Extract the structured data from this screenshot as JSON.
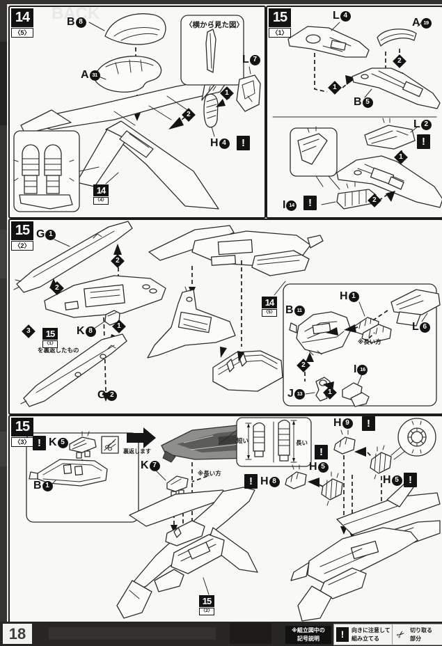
{
  "glyphs": {
    "n1": "1",
    "n2": "2",
    "n3": "3",
    "warn": "!",
    "cut": "✂"
  },
  "page": {
    "number": "18"
  },
  "legend": {
    "sym_line1": "※組立図中の",
    "sym_line2": "記号説明",
    "warn_line1": "向きに注意して",
    "warn_line2": "組み立てる",
    "cut_line1": "切り取る",
    "cut_line2": "部分"
  },
  "sections": {
    "s14_5": {
      "step": "14",
      "sub": "〈5〉",
      "side_view_label": "〈横から見た図〉",
      "ref_badge": {
        "step": "14",
        "sub": "〈4〉"
      },
      "parts": {
        "b8": {
          "l": "B",
          "n": "8"
        },
        "a31": {
          "l": "A",
          "n": "31"
        },
        "l7": {
          "l": "L",
          "n": "7"
        },
        "h4": {
          "l": "H",
          "n": "4"
        }
      }
    },
    "s15_1": {
      "step": "15",
      "sub": "〈1〉",
      "parts": {
        "l4": {
          "l": "L",
          "n": "4"
        },
        "a19": {
          "l": "A",
          "n": "19"
        },
        "b5": {
          "l": "B",
          "n": "5"
        },
        "l2": {
          "l": "L",
          "n": "2"
        },
        "i14": {
          "l": "I",
          "n": "14"
        }
      }
    },
    "s15_2": {
      "step": "15",
      "sub": "〈2〉",
      "flip_ref": {
        "step": "15",
        "sub": "〈1〉",
        "note": "を裏返したもの"
      },
      "ref_badge": {
        "step": "14",
        "sub": "〈5〉"
      },
      "longer_note": "※長い方",
      "parts": {
        "g1": {
          "l": "G",
          "n": "1"
        },
        "k8": {
          "l": "K",
          "n": "8"
        },
        "g2": {
          "l": "G",
          "n": "2"
        },
        "h1": {
          "l": "H",
          "n": "1"
        },
        "b11": {
          "l": "B",
          "n": "11"
        },
        "l6": {
          "l": "L",
          "n": "6"
        },
        "j13": {
          "l": "J",
          "n": "13"
        },
        "i16": {
          "l": "I",
          "n": "16"
        }
      }
    },
    "s15_3": {
      "step": "15",
      "sub": "〈3〉",
      "flip_note": "裏返します",
      "longer_note": "※長い方",
      "short_label": "短い",
      "long_label": "長い",
      "ref_badge": {
        "step": "15",
        "sub": "〈2〉"
      },
      "parts": {
        "k5": {
          "l": "K",
          "n": "5"
        },
        "b1": {
          "l": "B",
          "n": "1"
        },
        "k7": {
          "l": "K",
          "n": "7"
        },
        "h9": {
          "l": "H",
          "n": "9"
        },
        "h5a": {
          "l": "H",
          "n": "5"
        },
        "h8": {
          "l": "H",
          "n": "8"
        },
        "h5b": {
          "l": "H",
          "n": "5"
        }
      }
    }
  }
}
